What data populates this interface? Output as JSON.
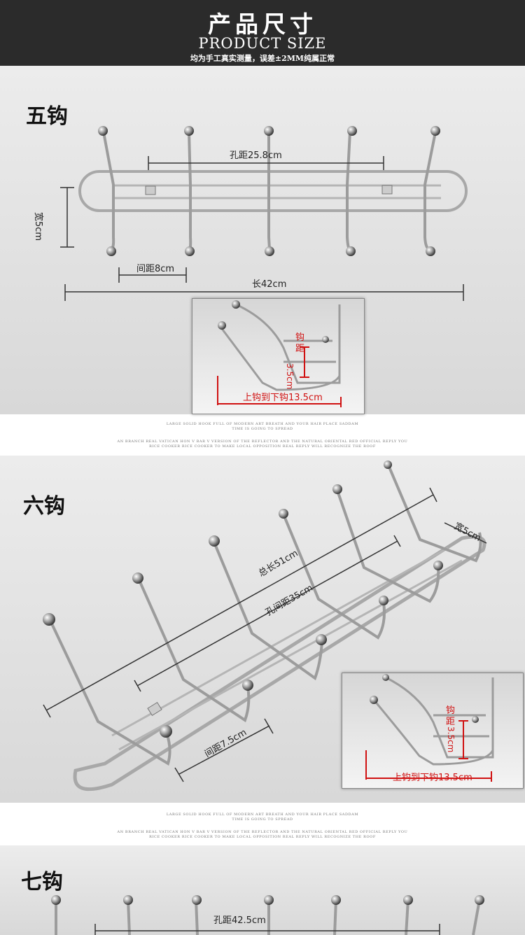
{
  "header": {
    "title_cn": "产品尺寸",
    "title_en": "PRODUCT SIZE",
    "note": "均为手工真实测量，误差±2MM纯属正常"
  },
  "sections": [
    {
      "title": "五钩",
      "labels": {
        "hole_distance": "孔距25.8cm",
        "width": "宽5cm",
        "spacing": "间距8cm",
        "length": "长42cm"
      },
      "inset": {
        "hook_distance_chars": [
          "钩",
          "距",
          "3.5cm"
        ],
        "upper_to_lower": "上钩到下钩13.5cm"
      }
    },
    {
      "title": "六钩",
      "labels": {
        "total_length": "总长51cm",
        "hole_distance": "孔间距35cm",
        "width": "宽5cm",
        "spacing": "间距7.5cm"
      },
      "inset": {
        "hook_distance_chars": [
          "钩",
          "距",
          "3.5cm"
        ],
        "upper_to_lower": "上钩到下钩13.5cm"
      }
    },
    {
      "title": "七钩",
      "labels": {
        "hole_distance": "孔距42.5cm"
      }
    }
  ],
  "taglines": [
    "LARGE SOLID HOOK FULL OF MODERN ART BREATH AND YOUR HAIR PLACE SADDAM",
    "TIME IS GOING TO SPREAD",
    "AN BRANCH REAL VATICAN HON V BAR V VERSION OF THE REFLECTOR AND THE NATURAL ORIENTAL RED OFFICIAL REPLY YOU",
    "RICE COOKER RICE COOKER TO MAKE LOCAL OPPOSITION REAL REPLY WILL RECOGNIZE THE ROOF"
  ],
  "colors": {
    "header_bg": "#2b2b2b",
    "accent_red": "#d01111",
    "chrome": "#b8b8b8"
  }
}
